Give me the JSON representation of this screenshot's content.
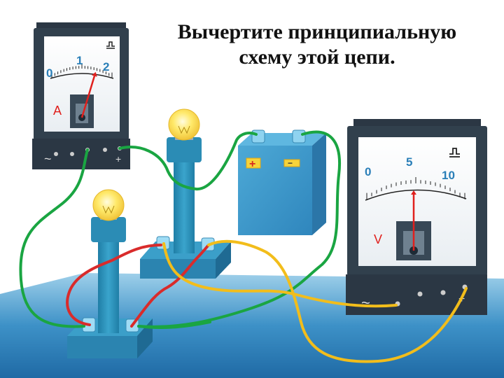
{
  "title": {
    "line1": "Вычертите принципиальную",
    "line2": "схему этой цепи."
  },
  "ammeter": {
    "scale": [
      "0",
      "1",
      "2"
    ],
    "letter": "A",
    "pointer_value": 1.6,
    "ac_symbol": "~",
    "plus_symbol": "+",
    "color": "#2a93c8"
  },
  "voltmeter": {
    "scale": [
      "0",
      "5",
      "10"
    ],
    "letter": "V",
    "pointer_value": 5,
    "ac_symbol": "~",
    "plus_symbol": "+",
    "color": "#2a93c8"
  },
  "battery": {
    "plus_symbol": "+",
    "minus_symbol": "−"
  },
  "colors": {
    "equipment": "#2a8cb5",
    "wire_green": "#1aa542",
    "wire_red": "#d92b2b",
    "wire_yellow": "#f2bd1b",
    "floor": "#2b7fbf",
    "pointer": "#e0201d"
  }
}
